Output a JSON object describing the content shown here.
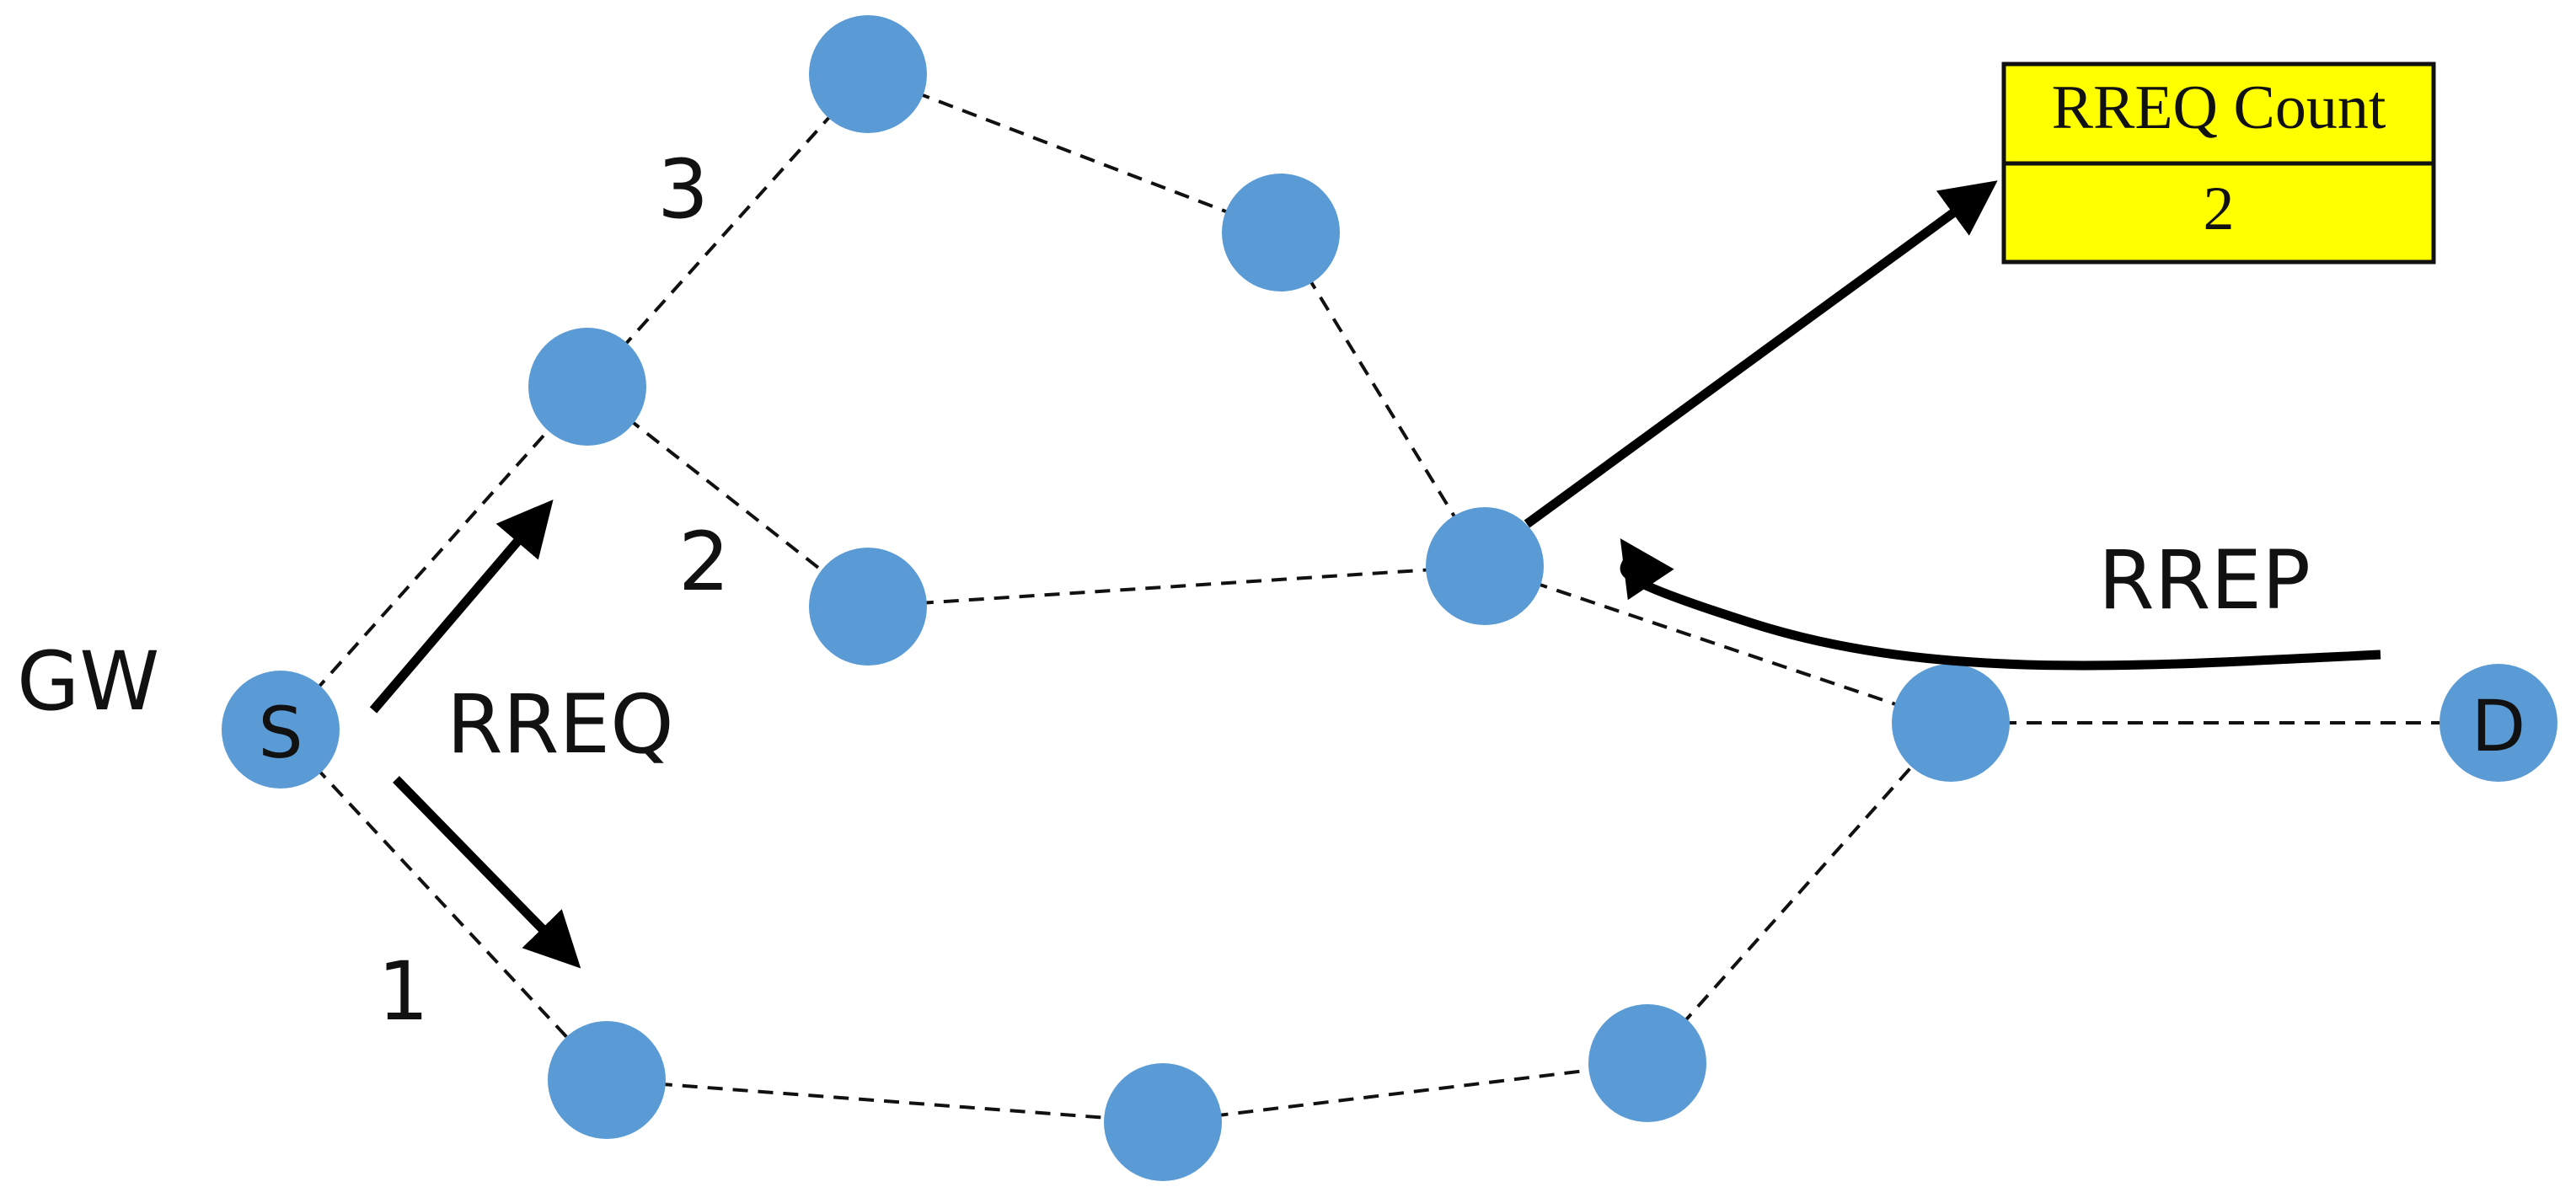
{
  "node_color": "#5b9bd5",
  "counter_color": "#ffff00",
  "labels": {
    "gw": "GW",
    "source": "S",
    "destination": "D",
    "rreq": "RREQ",
    "rrep": "RREP",
    "path1": "1",
    "path2": "2",
    "path3": "3"
  },
  "rreq_counter": {
    "header": "RREQ Count",
    "value": "2"
  }
}
